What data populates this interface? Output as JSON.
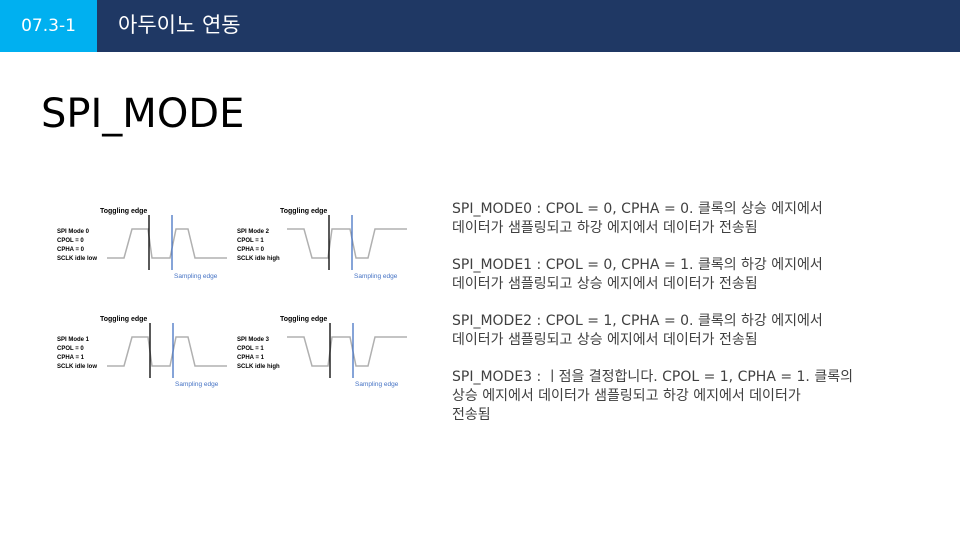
{
  "header": {
    "section_number": "07.3-1",
    "section_title": "아두이노 연동"
  },
  "slide_title": "SPI_MODE",
  "diagram": {
    "panels": [
      {
        "toggle": "Toggling edge",
        "mode": "SPI Mode 0",
        "cpol": "CPOL = 0",
        "cpha": "CPHA = 0",
        "idle": "SCLK idle low",
        "sampling": "Sampling edge"
      },
      {
        "toggle": "Toggling edge",
        "mode": "SPI Mode 2",
        "cpol": "CPOL = 1",
        "cpha": "CPHA = 0",
        "idle": "SCLK idle high",
        "sampling": "Sampling edge"
      },
      {
        "toggle": "Toggling edge",
        "mode": "SPI Mode 1",
        "cpol": "CPOL = 0",
        "cpha": "CPHA = 1",
        "idle": "SCLK idle low",
        "sampling": "Sampling edge"
      },
      {
        "toggle": "Toggling edge",
        "mode": "SPI Mode 3",
        "cpol": "CPOL = 1",
        "cpha": "CPHA = 1",
        "idle": "SCLK idle high",
        "sampling": "Sampling edge"
      }
    ],
    "colors": {
      "clock": "#b0b0b0",
      "toggle_line": "#000000",
      "sampling_line": "#4472c4"
    }
  },
  "descriptions": [
    "SPI_MODE0 : CPOL = 0, CPHA = 0. 클록의 상승 에지에서\n데이터가 샘플링되고 하강 에지에서 데이터가 전송됨",
    "SPI_MODE1 : CPOL = 0, CPHA = 1. 클록의 하강 에지에서\n데이터가 샘플링되고 상승 에지에서 데이터가 전송됨",
    "SPI_MODE2 : CPOL = 1, CPHA = 0. 클록의 하강 에지에서\n데이터가 샘플링되고 상승 에지에서 데이터가 전송됨",
    "SPI_MODE3 : ㅣ점을 결정합니다. CPOL = 1, CPHA = 1. 클록의\n상승 에지에서 데이터가 샘플링되고 하강 에지에서 데이터가\n전송됨"
  ]
}
